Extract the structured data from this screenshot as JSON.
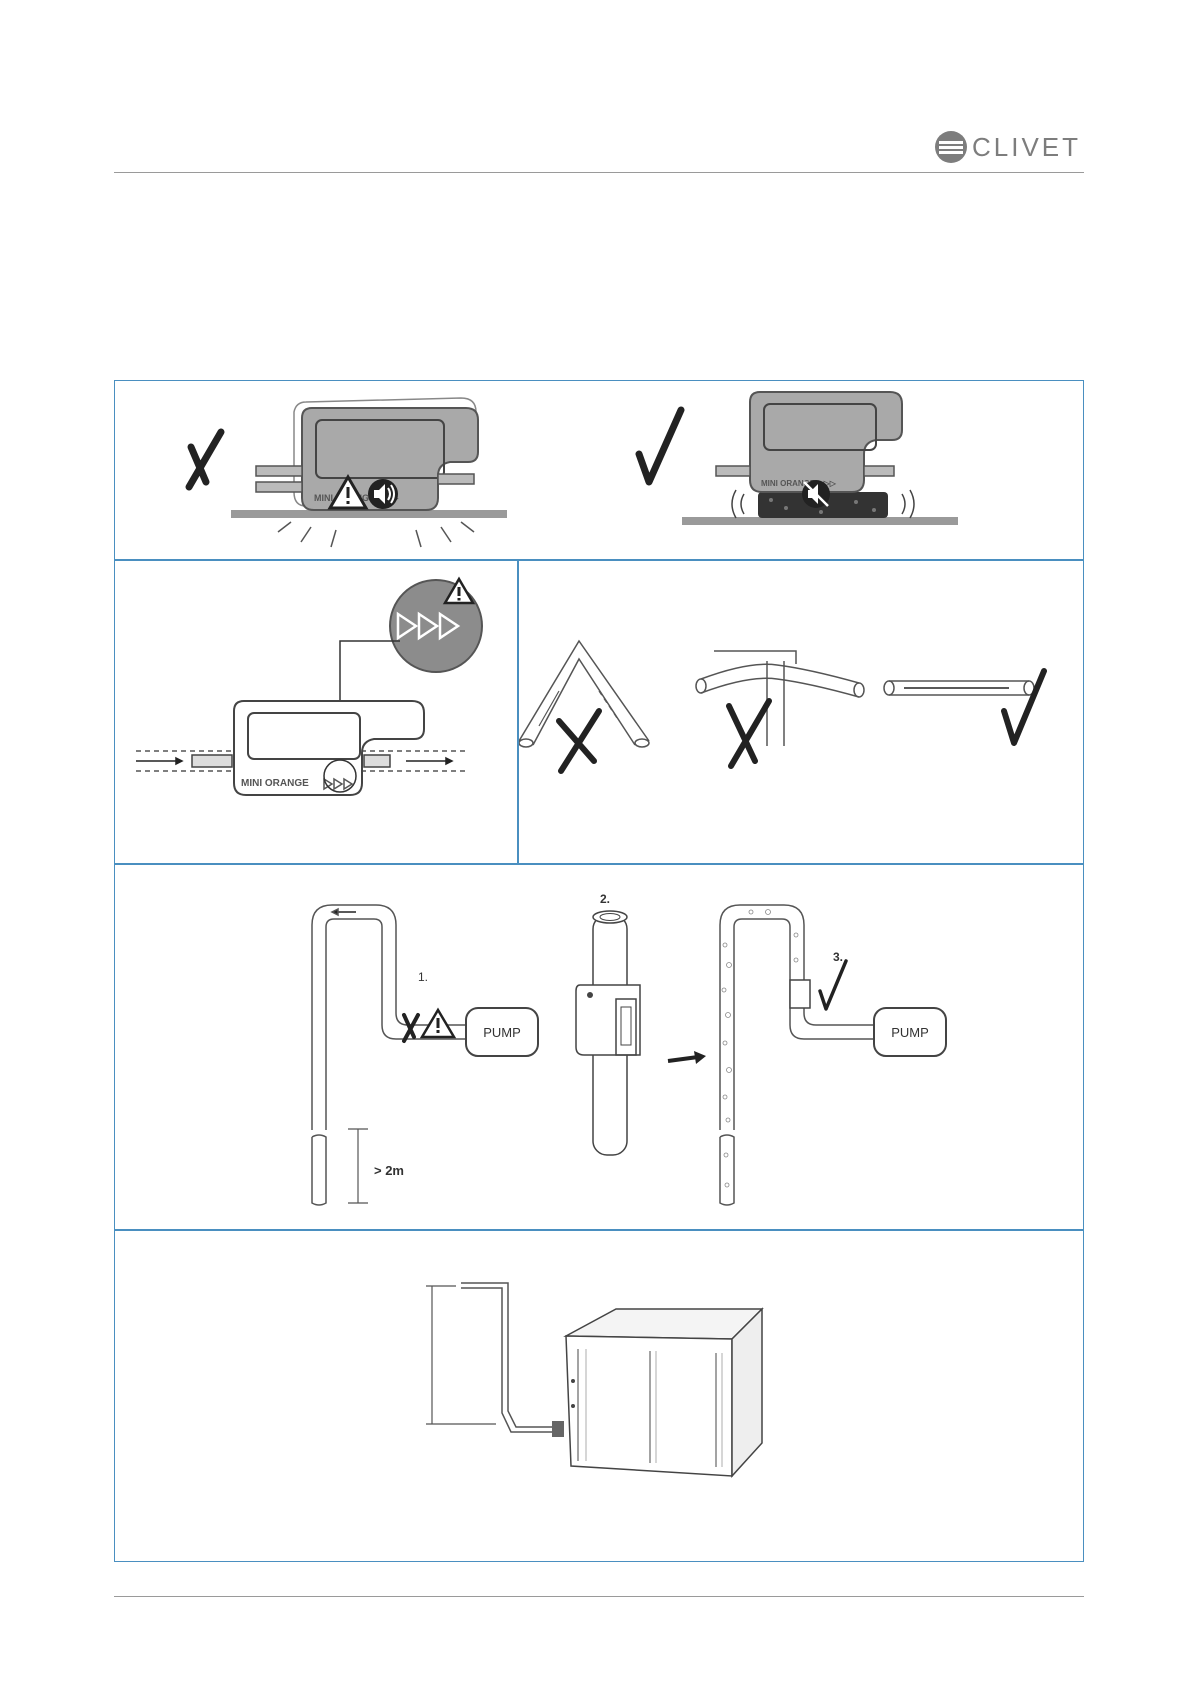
{
  "header": {
    "brand": "CLIVET"
  },
  "panel1": {
    "unit_label_left": "MINI ORANGE ▷▷▷",
    "unit_label_right": "MINI ORANGE ▷▷▷"
  },
  "panel2": {
    "unit_label": "MINI ORANGE"
  },
  "panel4": {
    "step1": "1.",
    "step2": "2.",
    "step3": "3.",
    "pump_left": "PUMP",
    "pump_right": "PUMP",
    "height_note": "> 2m"
  },
  "colors": {
    "frame": "#4a8fc0",
    "device_fill": "#a9a9a9",
    "rule": "#9a9a9a"
  }
}
